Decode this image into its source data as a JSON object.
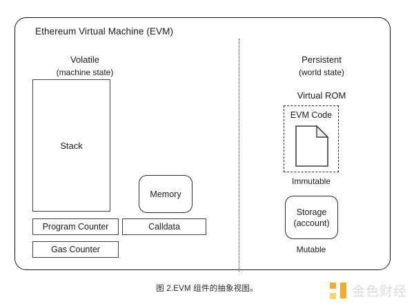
{
  "figure": {
    "title": "Ethereum Virtual Machine (EVM)",
    "caption": "图 2.EVM 组件的抽象视图。"
  },
  "columns": {
    "volatile": {
      "heading": "Volatile",
      "subheading": "(machine state)"
    },
    "persistent": {
      "heading": "Persistent",
      "subheading": "(world state)"
    }
  },
  "volatile_components": {
    "stack": "Stack",
    "memory": "Memory",
    "program_counter": "Program Counter",
    "calldata": "Calldata",
    "gas_counter": "Gas Counter"
  },
  "persistent_components": {
    "virtual_rom_label": "Virtual ROM",
    "evm_code_label": "EVM Code",
    "evm_code_icon": "document-icon",
    "immutable_label": "Immutable",
    "storage_line1": "Storage",
    "storage_line2": "(account)",
    "mutable_label": "Mutable"
  },
  "watermark": {
    "text": "金色财经",
    "icon": "jinse-logo-icon",
    "accent_color": "#F5A623",
    "secondary_color": "#FBCF6B",
    "text_color": "#d9d9d9"
  },
  "style": {
    "stroke_color": "#2b2b2b",
    "background": "#ffffff"
  }
}
